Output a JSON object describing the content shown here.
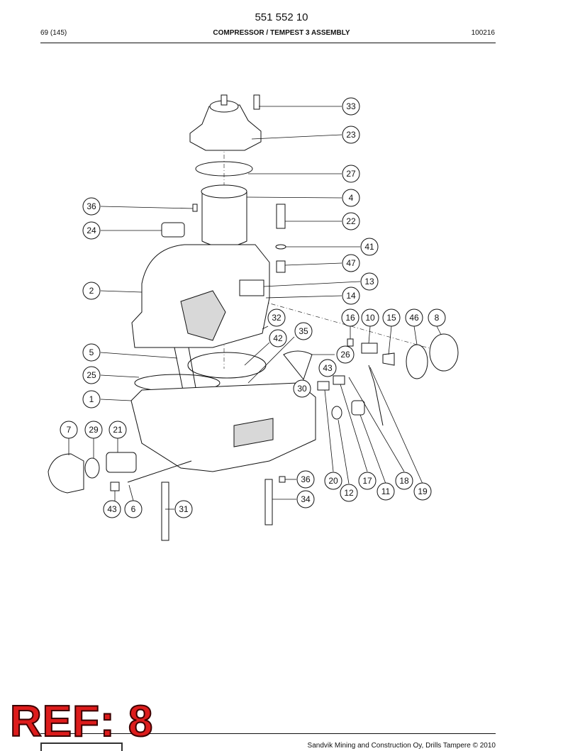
{
  "header": {
    "doc_number": "551 552 10",
    "page_count": "69 (145)",
    "title": "COMPRESSOR / TEMPEST 3 ASSEMBLY",
    "revision": "100216"
  },
  "footer": {
    "copyright": "Sandvik Mining and Construction Oy, Drills Tampere © 2010"
  },
  "stamp": {
    "text": "REF: 8"
  },
  "callouts": [
    "33",
    "23",
    "27",
    "4",
    "36",
    "22",
    "24",
    "41",
    "47",
    "2",
    "13",
    "14",
    "32",
    "16",
    "10",
    "15",
    "46",
    "8",
    "42",
    "35",
    "5",
    "26",
    "43",
    "25",
    "30",
    "1",
    "7",
    "29",
    "21",
    "36",
    "20",
    "17",
    "18",
    "12",
    "11",
    "19",
    "43",
    "6",
    "31",
    "34"
  ]
}
